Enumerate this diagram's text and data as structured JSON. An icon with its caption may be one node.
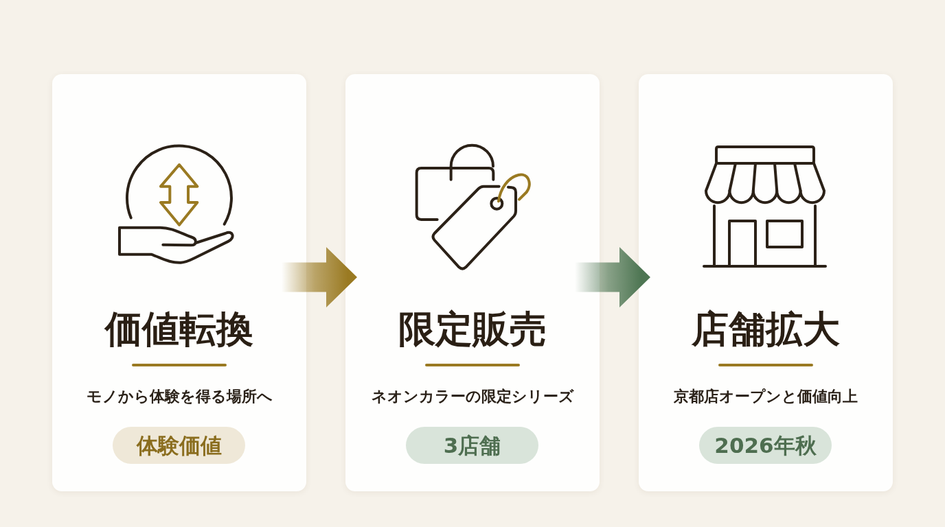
{
  "diagram": {
    "nodes": [
      {
        "text": [
          "価値転換",
          "モノから体験を得る場所へ"
        ]
      },
      {
        "text": [
          "体験価値"
        ],
        "in": 0
      },
      {
        "text": [
          "限定販売",
          "ネオンカラーの限定シリーズ"
        ]
      },
      {
        "text": [
          "3店舗"
        ],
        "in": 2
      },
      {
        "text": [
          "店舗拡大",
          "京都店オープンと価値向上"
        ]
      },
      {
        "text": [
          "2026年秋"
        ],
        "in": 4
      }
    ],
    "edges": [
      {
        "from": 0,
        "to": 2,
        "arrow": "to",
        "color": "#9a7a22"
      },
      {
        "from": 2,
        "to": 4,
        "arrow": "to",
        "color": "#4e7653"
      }
    ]
  }
}
